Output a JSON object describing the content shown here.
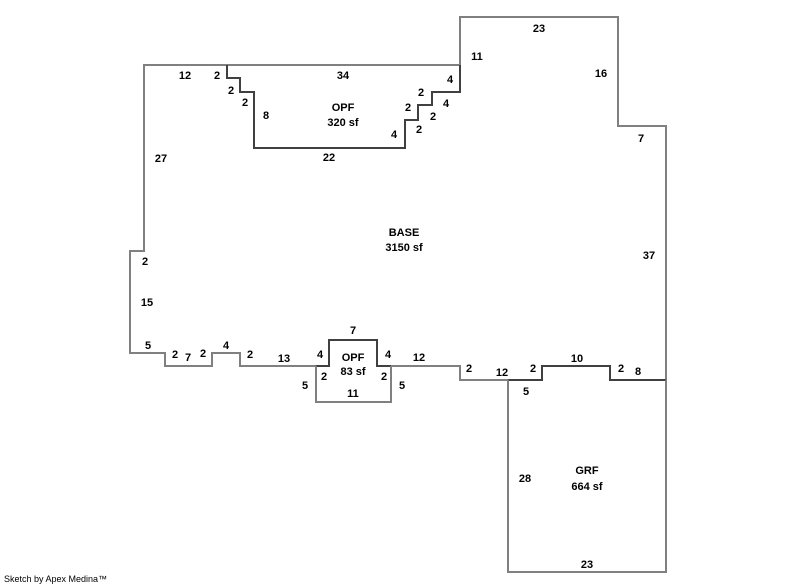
{
  "footer": "Sketch by Apex Medina™",
  "areas": {
    "base": {
      "name": "BASE",
      "size": "3150 sf"
    },
    "opf_top": {
      "name": "OPF",
      "size": "320 sf"
    },
    "opf_bottom": {
      "name": "OPF",
      "size": "83 sf"
    },
    "grf": {
      "name": "GRF",
      "size": "664 sf"
    }
  },
  "dimensions": {
    "base_top_left_12": "12",
    "base_top_2": "2",
    "opf_top_34": "34",
    "opf_step_2a": "2",
    "opf_step_2b": "2",
    "opf_left_8": "8",
    "opf_bottom_22": "22",
    "opf_right_4a": "4",
    "opf_right_2a": "2",
    "opf_right_2b": "2",
    "opf_right_2c": "2",
    "opf_right_4b": "4",
    "opf_right_2d": "2",
    "opf_right_4c": "4",
    "upper_left_11": "11",
    "upper_top_23": "23",
    "upper_right_16": "16",
    "right_step_7": "7",
    "right_wall_37": "37",
    "left_wall_27": "27",
    "left_notch_2": "2",
    "left_wall_15": "15",
    "bottom_5": "5",
    "bottom_2a": "2",
    "bottom_7": "7",
    "bottom_2b": "2",
    "bottom_4": "4",
    "bottom_2c": "2",
    "bottom_13": "13",
    "opf_small_left_4": "4",
    "opf_small_top_7": "7",
    "opf_small_right_4": "4",
    "opf_small_left_2": "2",
    "opf_small_right_2": "2",
    "opf_small_left_5": "5",
    "opf_small_right_5": "5",
    "opf_small_bottom_11": "11",
    "bottom_12": "12",
    "bottom_2d": "2",
    "bottom_12b": "12",
    "garage_step_2a": "2",
    "garage_top_10": "10",
    "garage_step_2b": "2",
    "garage_right_8": "8",
    "garage_left_5": "5",
    "garage_left_28": "28",
    "garage_bottom_23": "23"
  }
}
